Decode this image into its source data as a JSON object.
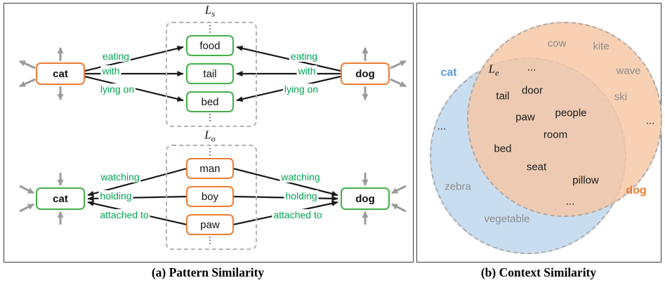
{
  "glyphs": {
    "vdots": "⋮"
  },
  "colors": {
    "orange": "#ED7D31",
    "green_border": "#44B049",
    "green_text": "#00A551",
    "blue": "#5B9BD5",
    "gray_text": "#8C8C8C",
    "arrow_gray": "#9B9B9B",
    "circle_blue_fill": "#C9DDF0",
    "circle_orange_fill": "#F7CDAD"
  },
  "panel_a": {
    "caption": "(a) Pattern Similarity",
    "subject_graph": {
      "label_base": "L",
      "label_sub": "s",
      "left_node": "cat",
      "right_node": "dog",
      "middle_nodes": [
        "food",
        "tail",
        "bed"
      ],
      "edge_labels": [
        "eating",
        "with",
        "lying on"
      ]
    },
    "object_graph": {
      "label_base": "L",
      "label_sub": "o",
      "left_node": "cat",
      "right_node": "dog",
      "middle_nodes": [
        "man",
        "boy",
        "paw"
      ],
      "edge_labels": [
        "watching",
        "holding",
        "attached to"
      ]
    }
  },
  "panel_b": {
    "caption": "(b) Context Similarity",
    "cat_label": "cat",
    "dog_label": "dog",
    "intersection_label_base": "L",
    "intersection_label_sub": "e",
    "intersection_words": [
      "...",
      "tail",
      "door",
      "paw",
      "people",
      "room",
      "bed",
      "seat",
      "pillow",
      "..."
    ],
    "cat_only_words": [
      "...",
      "zebra",
      "vegetable"
    ],
    "dog_only_words": [
      "cow",
      "kite",
      "wave",
      "ski",
      "..."
    ]
  }
}
